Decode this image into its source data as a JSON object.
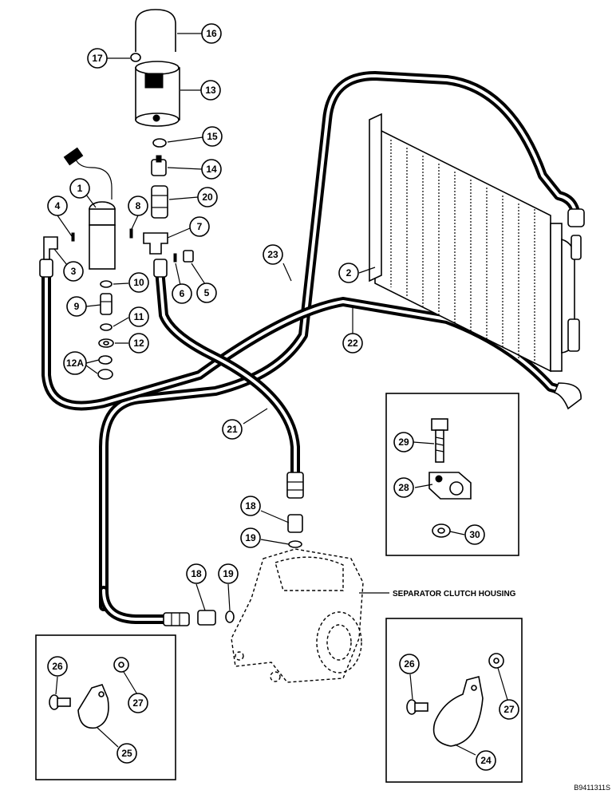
{
  "callouts": {
    "c1": "1",
    "c2": "2",
    "c3": "3",
    "c4": "4",
    "c5": "5",
    "c6": "6",
    "c7": "7",
    "c8": "8",
    "c9": "9",
    "c10": "10",
    "c11": "11",
    "c12": "12",
    "c12a": "12A",
    "c13": "13",
    "c14": "14",
    "c15": "15",
    "c16": "16",
    "c17": "17",
    "c18a": "18",
    "c18b": "18",
    "c19a": "19",
    "c19b": "19",
    "c20": "20",
    "c21": "21",
    "c22": "22",
    "c23": "23",
    "c24": "24",
    "c25": "25",
    "c26a": "26",
    "c26b": "26",
    "c27a": "27",
    "c27b": "27",
    "c28": "28",
    "c29": "29",
    "c30": "30"
  },
  "labels": {
    "separator_housing": "SEPARATOR CLUTCH HOUSING",
    "figure_id": "B9411311S"
  }
}
